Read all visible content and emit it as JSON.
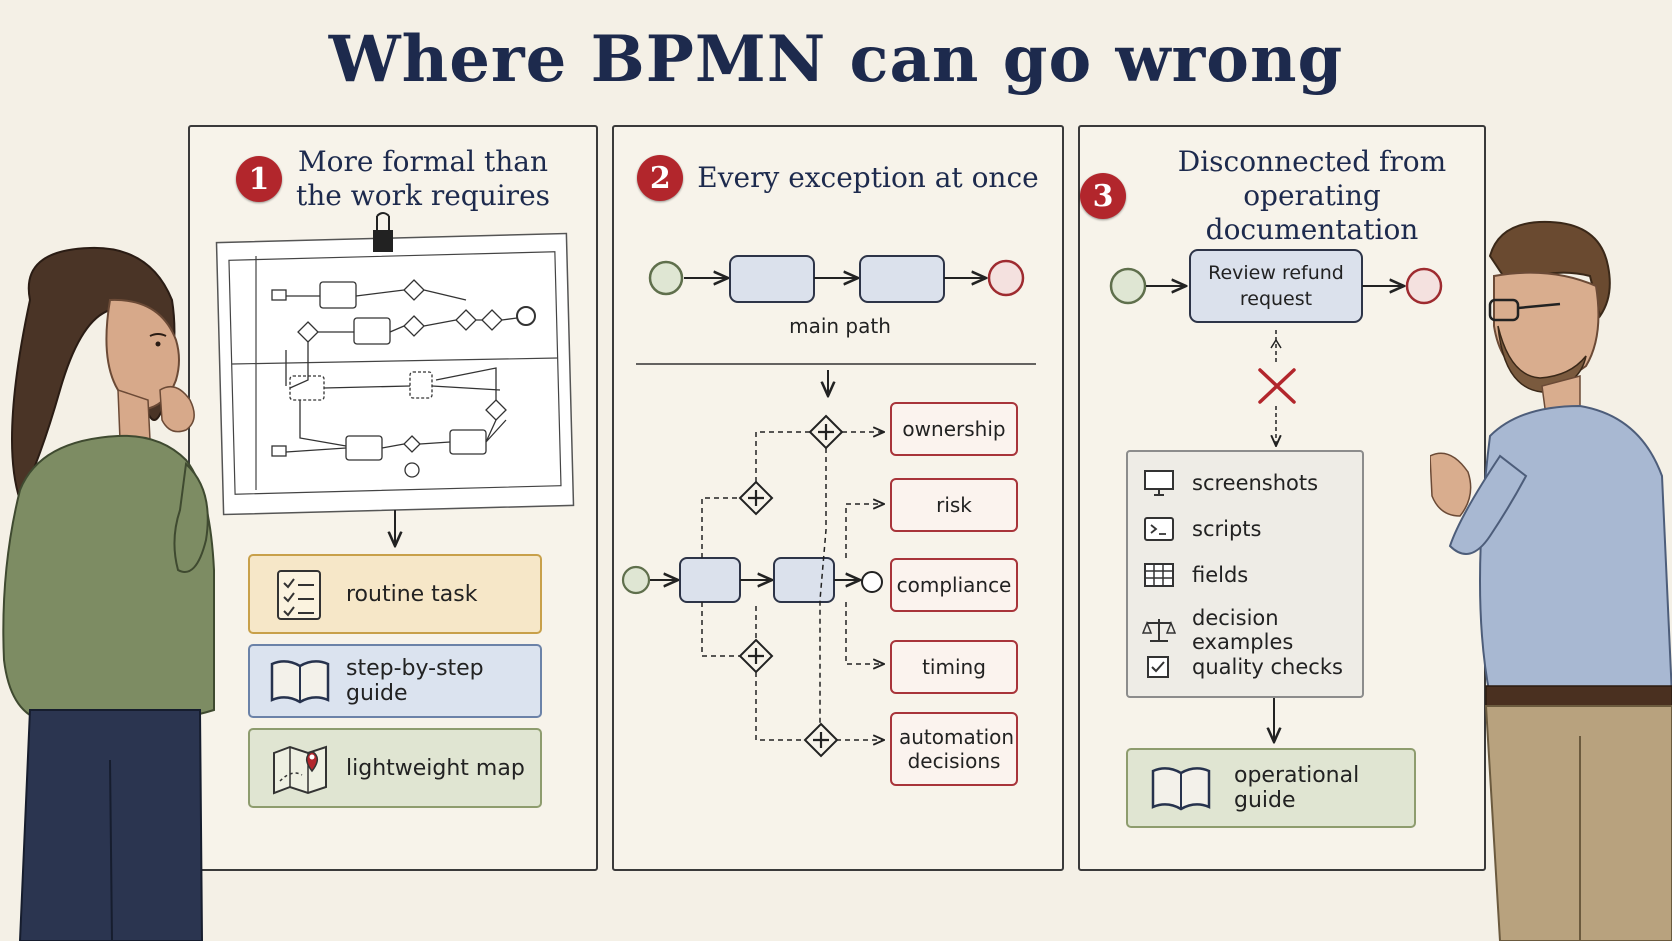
{
  "title": "Where BPMN can go wrong",
  "panels": [
    {
      "number": "1",
      "title_lines": [
        "More formal than",
        "the work requires"
      ],
      "options": [
        {
          "label": "routine task",
          "icon": "checklist-icon",
          "color": "#c8a04a",
          "bg": "#f6e7c8"
        },
        {
          "label": "step-by-step guide",
          "icon": "open-book-icon",
          "color": "#6b82a8",
          "bg": "#dbe3ef"
        },
        {
          "label": "lightweight map",
          "icon": "map-pin-icon",
          "color": "#8e9c6e",
          "bg": "#e0e5d2"
        }
      ]
    },
    {
      "number": "2",
      "title_lines": [
        "Every exception at once"
      ],
      "main_path_label": "main path",
      "exceptions": [
        "ownership",
        "risk",
        "compliance",
        "timing",
        "automation decisions"
      ]
    },
    {
      "number": "3",
      "title_lines": [
        "Disconnected from",
        "operating documentation"
      ],
      "task_label": "Review refund request",
      "doc_items": [
        {
          "label": "screenshots",
          "icon": "monitor-icon"
        },
        {
          "label": "scripts",
          "icon": "terminal-icon"
        },
        {
          "label": "fields",
          "icon": "table-icon"
        },
        {
          "label": "decision examples",
          "icon": "scales-icon"
        },
        {
          "label": "quality checks",
          "icon": "checkbox-icon"
        }
      ],
      "result_label": "operational guide"
    }
  ]
}
